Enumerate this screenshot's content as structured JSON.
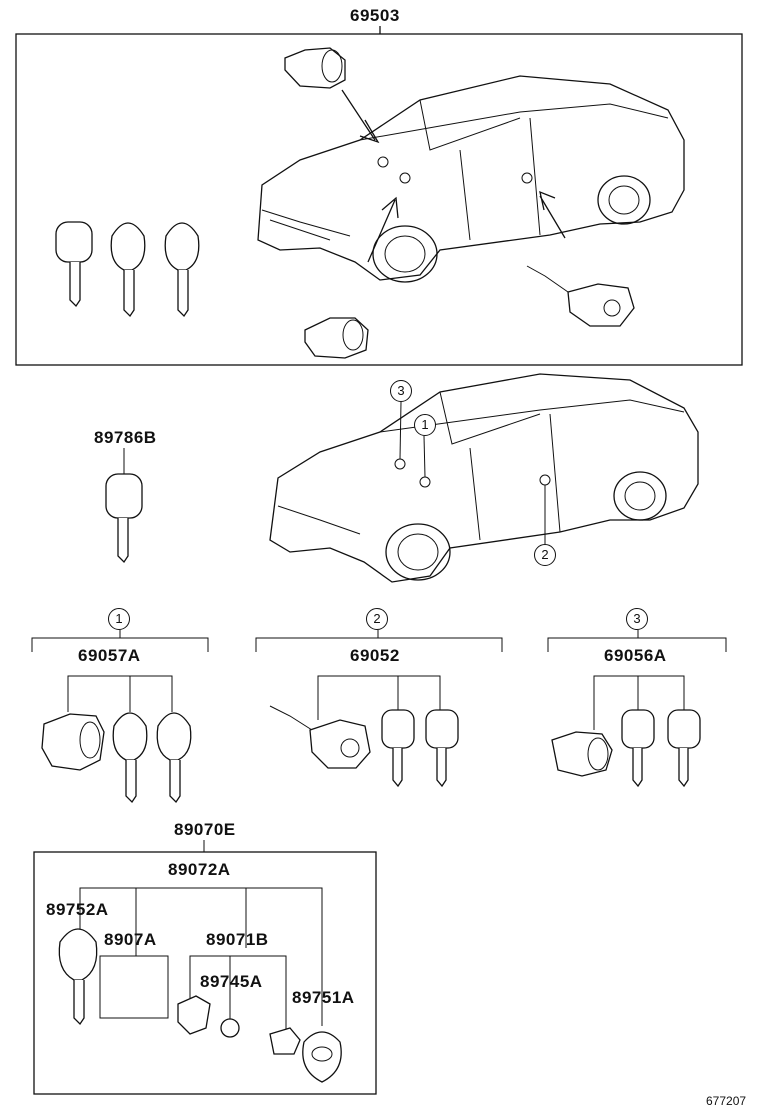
{
  "labels": {
    "set_69503": "69503",
    "key_89786B": "89786B",
    "set_69057A": "69057A",
    "set_69052": "69052",
    "set_69056A": "69056A",
    "assy_89070E": "89070E",
    "sub_89072A": "89072A",
    "key_89752A": "89752A",
    "part_8907A": "8907A",
    "case_89071B": "89071B",
    "battery_89745A": "89745A",
    "cover_89751A": "89751A"
  },
  "callouts": {
    "c1": "1",
    "c2": "2",
    "c3": "3"
  },
  "ref_number": "677207"
}
